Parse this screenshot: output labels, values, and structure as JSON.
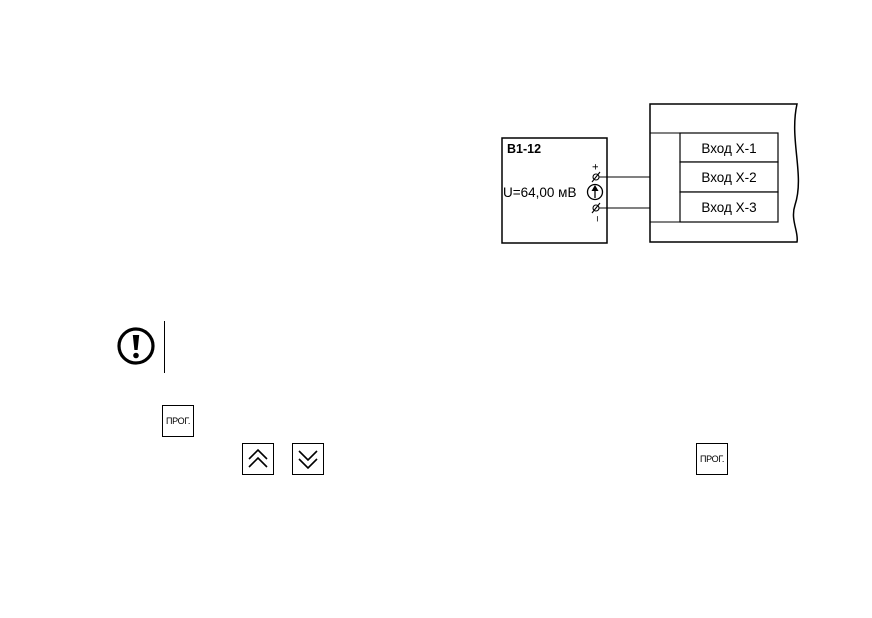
{
  "diagram": {
    "device_label": "В1-12",
    "voltage_reading": "U=64,00 мВ",
    "plus_sign": "+",
    "minus_sign": "−",
    "inputs": [
      "Вход X-1",
      "Вход X-2",
      "Вход X-3"
    ]
  },
  "keys": {
    "prog_label": "ПРОГ."
  },
  "icons": {
    "warning": "exclamation-circle-icon",
    "up": "double-chevron-up-icon",
    "down": "double-chevron-down-icon"
  }
}
